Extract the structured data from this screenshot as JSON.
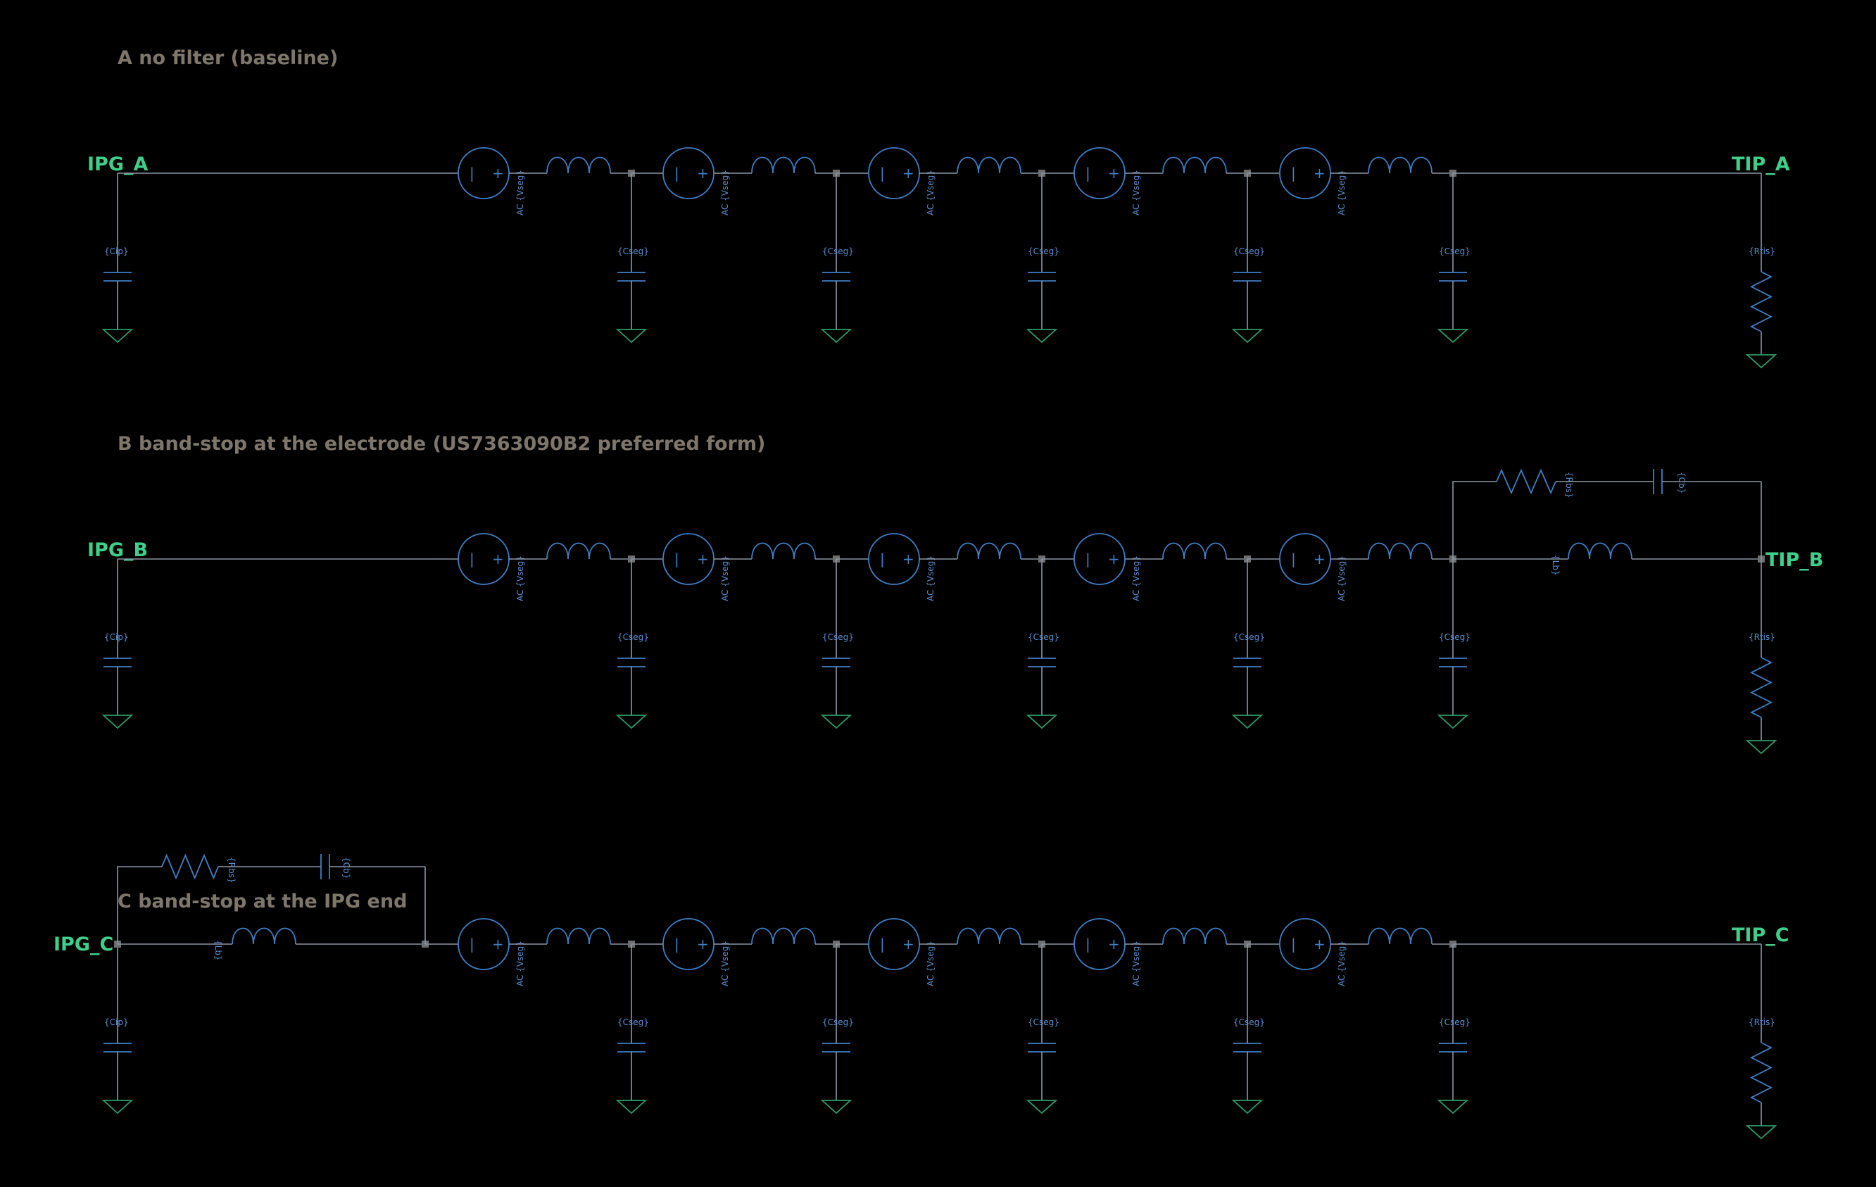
{
  "colors": {
    "background": "#000000",
    "wire": "#8a96a3",
    "component": "#3f7fc4",
    "ground": "#2f9a6a",
    "net_label": "#3fcf8a",
    "section_title": "#7f766b",
    "value_text": "#5a8fd0",
    "junction": "#6e6e6e"
  },
  "sections": [
    {
      "id": "A",
      "title": "A  no filter (baseline)",
      "start_label": "IPG_A",
      "end_label": "TIP_A",
      "filter": "none",
      "start_cap_value": "{Cip}",
      "end_res_value": "{Rtis}",
      "segment_cap_values": [
        "{Cseg}",
        "{Cseg}",
        "{Cseg}",
        "{Cseg}",
        "{Cseg}"
      ],
      "source_labels": [
        "AC {Vseg}",
        "AC {Vseg}",
        "AC {Vseg}",
        "AC {Vseg}",
        "AC {Vseg}"
      ]
    },
    {
      "id": "B",
      "title": "B  band-stop at the electrode (US7363090B2 preferred form)",
      "start_label": "IPG_B",
      "end_label": "TIP_B",
      "filter": "electrode",
      "start_cap_value": "{Cip}",
      "end_res_value": "{Rtis}",
      "segment_cap_values": [
        "{Cseg}",
        "{Cseg}",
        "{Cseg}",
        "{Cseg}",
        "{Cseg}"
      ],
      "source_labels": [
        "AC {Vseg}",
        "AC {Vseg}",
        "AC {Vseg}",
        "AC {Vseg}",
        "AC {Vseg}"
      ],
      "filter_values": {
        "resistor": "{Rbs}",
        "capacitor": "{Cb}",
        "inductor": "{Lb}"
      }
    },
    {
      "id": "C",
      "title": "C  band-stop at the IPG end",
      "start_label": "IPG_C",
      "end_label": "TIP_C",
      "filter": "ipg",
      "start_cap_value": "{Cip}",
      "end_res_value": "{Rtis}",
      "segment_cap_values": [
        "{Cseg}",
        "{Cseg}",
        "{Cseg}",
        "{Cseg}",
        "{Cseg}"
      ],
      "source_labels": [
        "AC {Vseg}",
        "AC {Vseg}",
        "AC {Vseg}",
        "AC {Vseg}",
        "AC {Vseg}"
      ],
      "filter_values": {
        "resistor": "{Rbs}",
        "capacitor": "{Cb}",
        "inductor": "{Lb}"
      }
    }
  ]
}
